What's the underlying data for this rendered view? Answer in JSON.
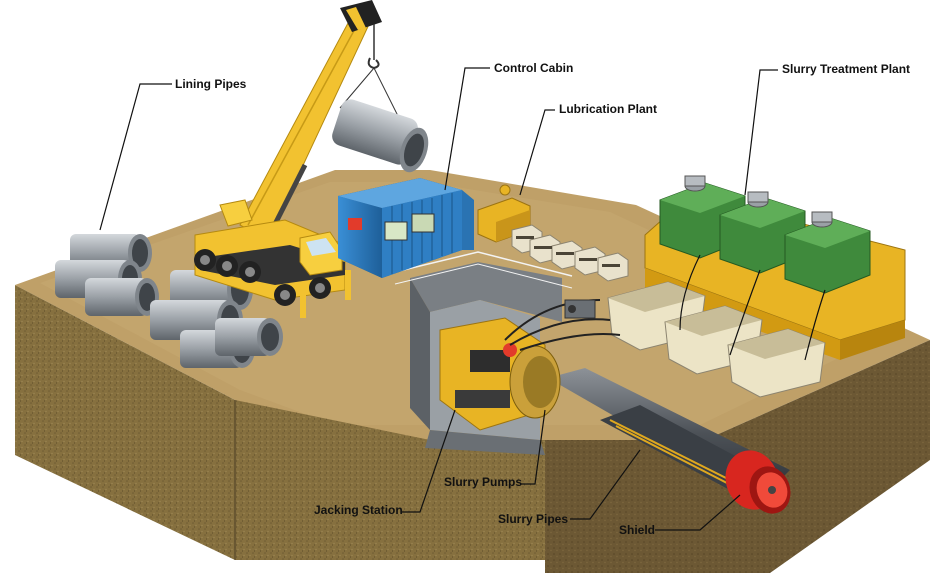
{
  "labels": {
    "lining_pipes": "Lining Pipes",
    "control_cabin": "Control Cabin",
    "lubrication_plant": "Lubrication Plant",
    "slurry_treatment_plant": "Slurry Treatment Plant",
    "jacking_station": "Jacking Station",
    "slurry_pumps": "Slurry Pumps",
    "slurry_pipes": "Slurry Pipes",
    "shield": "Shield"
  },
  "colors": {
    "ground_top": "#b99b63",
    "soil_front": "#8a7347",
    "soil_side": "#6f5b36",
    "crane_yellow": "#f2c230",
    "cabin_blue": "#2f7fc4",
    "plant_green": "#3f8a3c",
    "pipe_gray": "#a9aeb3",
    "shield_red": "#d8261f"
  }
}
